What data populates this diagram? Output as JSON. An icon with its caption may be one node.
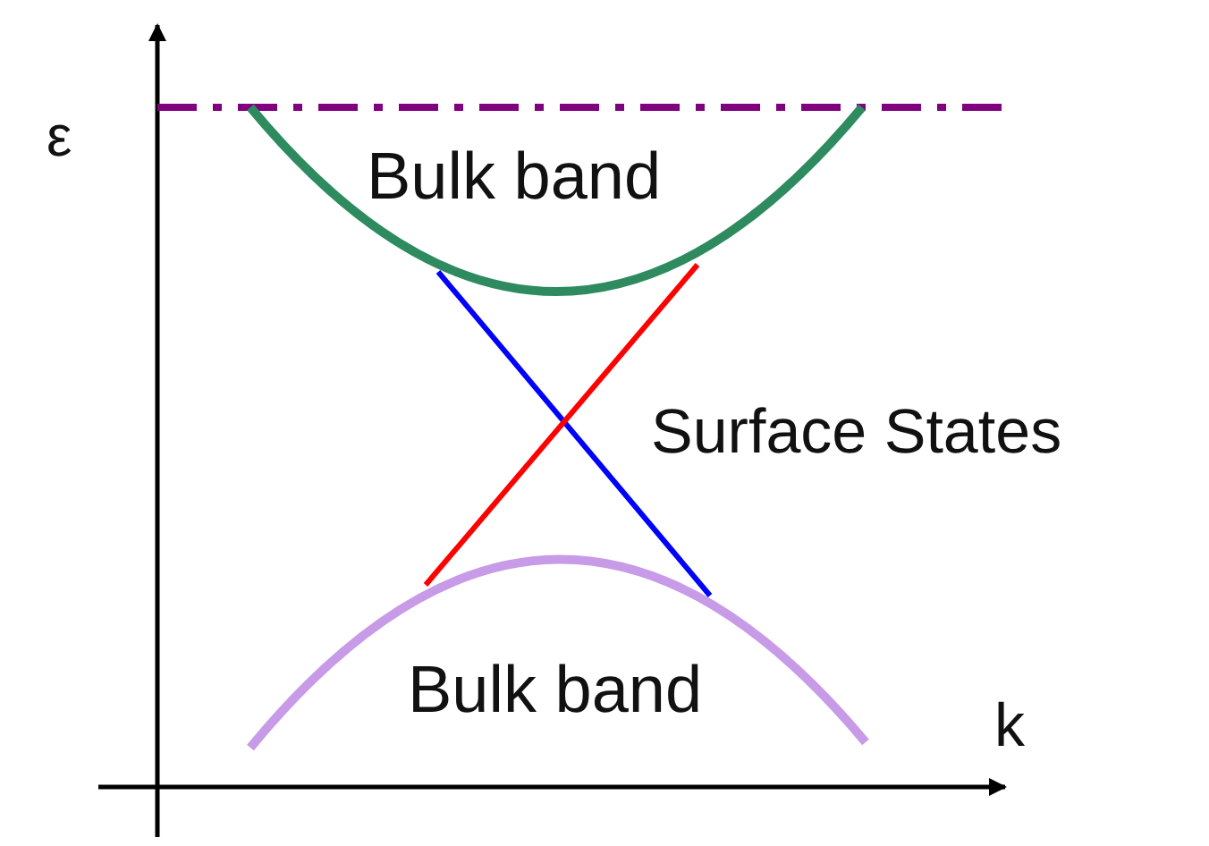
{
  "diagram": {
    "labels": [
      "ε",
      "Bulk band",
      "Surface States",
      "Bulk band",
      "k"
    ]
  }
}
